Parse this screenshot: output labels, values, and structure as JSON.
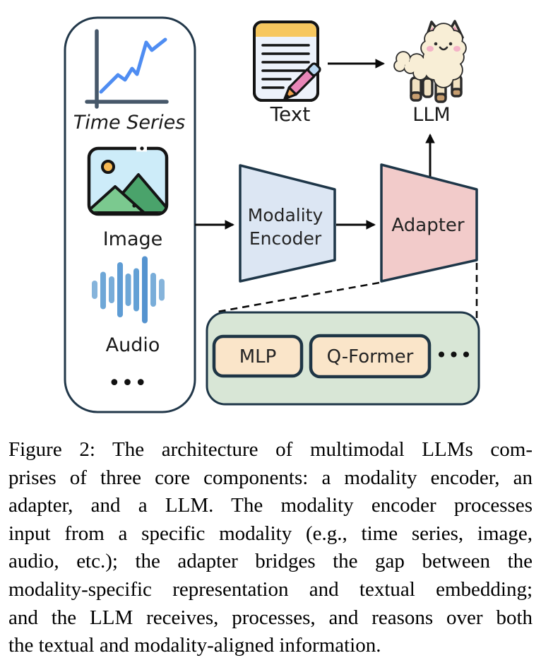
{
  "diagram": {
    "modality_panel": {
      "items": [
        {
          "icon": "line-chart-icon",
          "label": "Time Series"
        },
        {
          "icon": "image-icon",
          "label": "Image"
        },
        {
          "icon": "audio-waveform-icon",
          "label": "Audio"
        }
      ],
      "ellipsis": "•••"
    },
    "text_source": {
      "icon": "notepad-pencil-icon",
      "label": "Text"
    },
    "llm": {
      "icon": "llama-icon",
      "label": "LLM"
    },
    "modality_encoder": {
      "line1": "Modality",
      "line2": "Encoder"
    },
    "adapter": {
      "label": "Adapter"
    },
    "adapter_modules": {
      "items": [
        {
          "label": "MLP"
        },
        {
          "label": "Q-Former"
        }
      ],
      "ellipsis": "•••"
    },
    "colors": {
      "outline_navy": "#1e3648",
      "encoder_fill": "#dce6f3",
      "adapter_fill": "#f2cbca",
      "modules_panel_fill": "#d8e6d6",
      "module_fill": "#fae5c9",
      "notepad_yellow": "#f7c75e",
      "pencil_pink": "#e886b8",
      "audio_blue": "#699fd0",
      "chart_line_blue": "#4f8df2",
      "llama_cream": "#f8eed6"
    }
  },
  "caption": {
    "label": "Figure 2:",
    "lines": [
      "Figure 2: The architecture of multimodal LLMs com-",
      "prises of three core components: a modality encoder, an",
      "adapter, and a LLM. The modality encoder processes",
      "input from a specific modality (e.g., time series, image,",
      "audio, etc.); the adapter bridges the gap between the",
      "modality-specific representation and textual embedding;",
      "and the LLM receives, processes, and reasons over both",
      "the textual and modality-aligned information."
    ],
    "full_text": "Figure 2: The architecture of multimodal LLMs comprises of three core components: a modality encoder, an adapter, and a LLM. The modality encoder processes input from a specific modality (e.g., time series, image, audio, etc.); the adapter bridges the gap between the modality-specific representation and textual embedding; and the LLM receives, processes, and reasons over both the textual and modality-aligned information."
  }
}
